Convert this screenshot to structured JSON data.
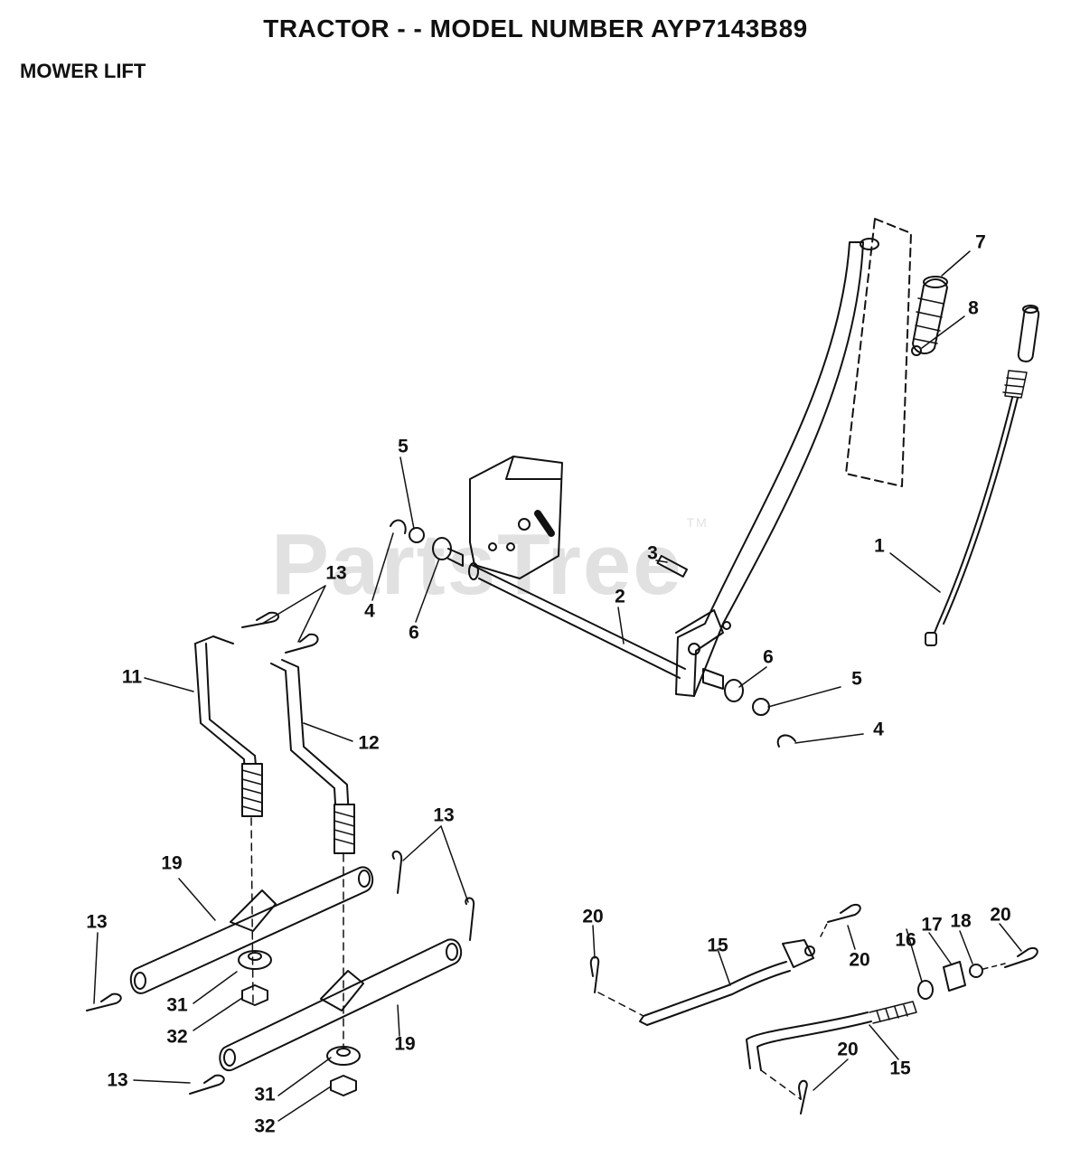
{
  "header": {
    "title": "TRACTOR - - MODEL NUMBER AYP7143B89",
    "section": "MOWER LIFT"
  },
  "watermark": {
    "text": "PartsTree",
    "mark": "TM"
  },
  "callouts": {
    "p1": "1",
    "p2": "2",
    "p3": "3",
    "p4a": "4",
    "p4b": "4",
    "p5a": "5",
    "p5b": "5",
    "p6a": "6",
    "p6b": "6",
    "p7": "7",
    "p8": "8",
    "p11": "11",
    "p12": "12",
    "p13a": "13",
    "p13b": "13",
    "p13c": "13",
    "p13d": "13",
    "p15a": "15",
    "p15b": "15",
    "p16": "16",
    "p17": "17",
    "p18": "18",
    "p19a": "19",
    "p19b": "19",
    "p20a": "20",
    "p20b": "20",
    "p20c": "20",
    "p20d": "20",
    "p31a": "31",
    "p31b": "31",
    "p32a": "32",
    "p32b": "32"
  },
  "colors": {
    "ink": "#111111",
    "paper": "#ffffff",
    "watermark": "#9a9a9a"
  }
}
